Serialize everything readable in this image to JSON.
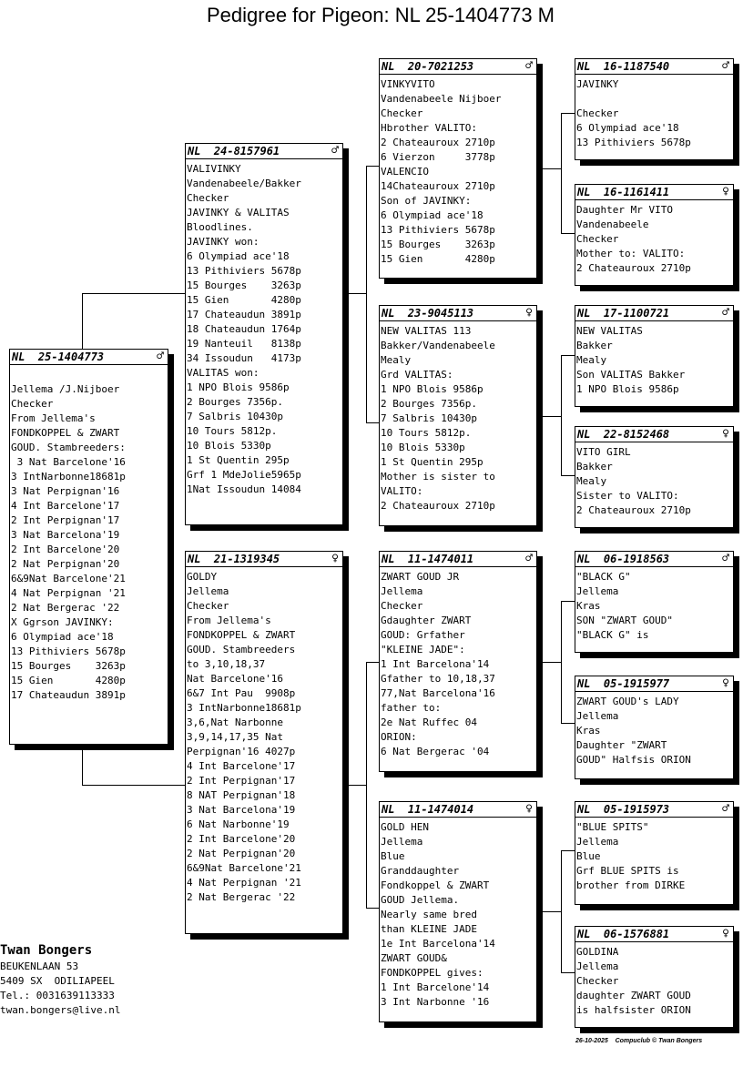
{
  "title": "Pedigree for Pigeon: NL  25-1404773 M",
  "cards": [
    {
      "id": "c1",
      "ring": "NL  25-1404773",
      "sex": "♂",
      "lines": [
        "",
        "Jellema /J.Nijboer",
        "Checker",
        "From Jellema's",
        "FONDKOPPEL & ZWART",
        "GOUD. Stambreeders:",
        " 3 Nat Barcelone'16",
        "3 IntNarbonne18681p",
        "3 Nat Perpignan'16",
        "4 Int Barcelone'17",
        "2 Int Perpignan'17",
        "3 Nat Barcelona'19",
        "2 Int Barcelone'20",
        "2 Nat Perpignan'20",
        "6&9Nat Barcelone'21",
        "4 Nat Perpignan '21",
        "2 Nat Bergerac '22",
        "X Ggrson JAVINKY:",
        "6 Olympiad ace'18",
        "13 Pithiviers 5678p",
        "15 Bourges    3263p",
        "15 Gien       4280p",
        "17 Chateaudun 3891p"
      ]
    },
    {
      "id": "c2",
      "ring": "NL  24-8157961",
      "sex": "♂",
      "lines": [
        "VALIVINKY",
        "Vandenabeele/Bakker",
        "Checker",
        "JAVINKY & VALITAS",
        "Bloodlines.",
        "JAVINKY won:",
        "6 Olympiad ace'18",
        "13 Pithiviers 5678p",
        "15 Bourges    3263p",
        "15 Gien       4280p",
        "17 Chateaudun 3891p",
        "18 Chateaudun 1764p",
        "19 Nanteuil   8138p",
        "34 Issoudun   4173p",
        "VALITAS won:",
        "1 NPO Blois 9586p",
        "2 Bourges 7356p.",
        "7 Salbris 10430p",
        "10 Tours 5812p.",
        "10 Blois 5330p",
        "1 St Quentin 295p",
        "Grf 1 MdeJolie5965p",
        "1Nat Issoudun 14084"
      ]
    },
    {
      "id": "c3",
      "ring": "NL  21-1319345",
      "sex": "♀",
      "lines": [
        "GOLDY",
        "Jellema",
        "Checker",
        "From Jellema's",
        "FONDKOPPEL & ZWART",
        "GOUD. Stambreeders",
        "to 3,10,18,37",
        "Nat Barcelone'16",
        "6&7 Int Pau  9908p",
        "3 IntNarbonne18681p",
        "3,6,Nat Narbonne",
        "3,9,14,17,35 Nat",
        "Perpignan'16 4027p",
        "4 Int Barcelone'17",
        "2 Int Perpignan'17",
        "8 NAT Perpignan'18",
        "3 Nat Barcelona'19",
        "6 Nat Narbonne'19",
        "2 Int Barcelone'20",
        "2 Nat Perpignan'20",
        "6&9Nat Barcelone'21",
        "4 Nat Perpignan '21",
        "2 Nat Bergerac '22"
      ]
    },
    {
      "id": "c4",
      "ring": "NL  20-7021253",
      "sex": "♂",
      "lines": [
        "VINKYVITO",
        "Vandenabeele Nijboer",
        "Checker",
        "Hbrother VALITO:",
        "2 Chateauroux 2710p",
        "6 Vierzon     3778p",
        "VALENCIO",
        "14Chateauroux 2710p",
        "Son of JAVINKY:",
        "6 Olympiad ace'18",
        "13 Pithiviers 5678p",
        "15 Bourges    3263p",
        "15 Gien       4280p"
      ]
    },
    {
      "id": "c5",
      "ring": "NL  23-9045113",
      "sex": "♀",
      "lines": [
        "NEW VALITAS 113",
        "Bakker/Vandenabeele",
        "Mealy",
        "Grd VALITAS:",
        "1 NPO Blois 9586p",
        "2 Bourges 7356p.",
        "7 Salbris 10430p",
        "10 Tours 5812p.",
        "10 Blois 5330p",
        "1 St Quentin 295p",
        "Mother is sister to",
        "VALITO:",
        "2 Chateauroux 2710p"
      ]
    },
    {
      "id": "c6",
      "ring": "NL  11-1474011",
      "sex": "♂",
      "lines": [
        "ZWART GOUD JR",
        "Jellema",
        "Checker",
        "Gdaughter ZWART",
        "GOUD: Grfather",
        "\"KLEINE JADE\":",
        "1 Int Barcelona'14",
        "Gfather to 10,18,37",
        "77,Nat Barcelona'16",
        "father to:",
        "2e Nat Ruffec 04",
        "ORION:",
        "6 Nat Bergerac '04"
      ]
    },
    {
      "id": "c7",
      "ring": "NL  11-1474014",
      "sex": "♀",
      "lines": [
        "GOLD HEN",
        "Jellema",
        "Blue",
        "Granddaughter",
        "Fondkoppel & ZWART",
        "GOUD Jellema.",
        "Nearly same bred",
        "than KLEINE JADE",
        "1e Int Barcelona'14",
        "ZWART GOUD&",
        "FONDKOPPEL gives:",
        "1 Int Barcelone'14",
        "3 Int Narbonne '16"
      ]
    },
    {
      "id": "c8",
      "ring": "NL  16-1187540",
      "sex": "♂",
      "lines": [
        "JAVINKY",
        "",
        "Checker",
        "6 Olympiad ace'18",
        "13 Pithiviers 5678p"
      ]
    },
    {
      "id": "c9",
      "ring": "NL  16-1161411",
      "sex": "♀",
      "lines": [
        "Daughter Mr VITO",
        "Vandenabeele",
        "Checker",
        "Mother to: VALITO:",
        "2 Chateauroux 2710p"
      ]
    },
    {
      "id": "c10",
      "ring": "NL  17-1100721",
      "sex": "♂",
      "lines": [
        "NEW VALITAS",
        "Bakker",
        "Mealy",
        "Son VALITAS Bakker",
        "1 NPO Blois 9586p"
      ]
    },
    {
      "id": "c11",
      "ring": "NL  22-8152468",
      "sex": "♀",
      "lines": [
        "VITO GIRL",
        "Bakker",
        "Mealy",
        "Sister to VALITO:",
        "2 Chateauroux 2710p"
      ]
    },
    {
      "id": "c12",
      "ring": "NL  06-1918563",
      "sex": "♂",
      "lines": [
        "\"BLACK G\"",
        "Jellema",
        "Kras",
        "SON \"ZWART GOUD\"",
        "\"BLACK G\" is"
      ]
    },
    {
      "id": "c13",
      "ring": "NL  05-1915977",
      "sex": "♀",
      "lines": [
        "ZWART GOUD's LADY",
        "Jellema",
        "Kras",
        "Daughter \"ZWART",
        "GOUD\" Halfsis ORION"
      ]
    },
    {
      "id": "c14",
      "ring": "NL  05-1915973",
      "sex": "♂",
      "lines": [
        "\"BLUE SPITS\"",
        "Jellema",
        "Blue",
        "Grf BLUE SPITS is",
        "brother from DIRKE"
      ]
    },
    {
      "id": "c15",
      "ring": "NL  06-1576881",
      "sex": "♀",
      "lines": [
        "GOLDINA",
        "Jellema",
        "Checker",
        "daughter ZWART GOUD",
        "is halfsister ORION"
      ]
    }
  ],
  "owner": {
    "name": "Twan Bongers",
    "lines": [
      "BEUKENLAAN 53",
      "5409 SX  ODILIAPEEL",
      "Tel.: 0031639113333",
      "twan.bongers@live.nl"
    ]
  },
  "footer": "26-10-2025    Compuclub © Twan Bongers"
}
